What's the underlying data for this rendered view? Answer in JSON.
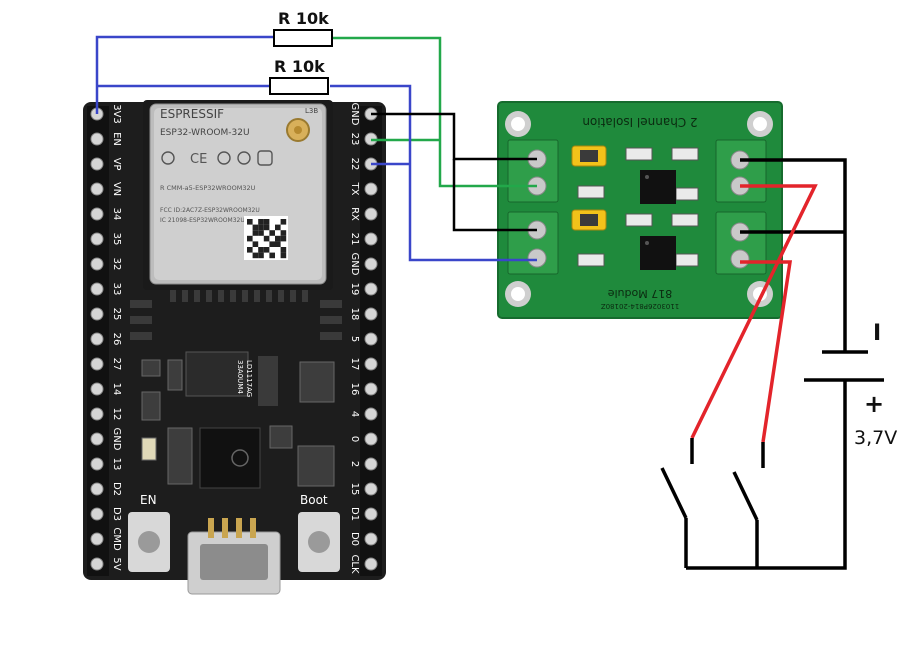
{
  "resistors": [
    {
      "label": "R 10k"
    },
    {
      "label": "R 10k"
    }
  ],
  "battery": {
    "voltage": "3,7V",
    "minus": "I",
    "plus": "+"
  },
  "esp32": {
    "brand": "ESPRESSIF",
    "module": "ESP32-WROOM-32U",
    "antenna_label": "L3B",
    "fcc_text": "R CMM-a5-ESP32WROOM32U",
    "fcc_id": "FCC ID:2AC7Z-ESP32WROOM32U",
    "ic_id": "IC 21098-ESP32WROOM32U",
    "en_label": "EN",
    "boot_label": "Boot",
    "ldo_label": "LD1117AG",
    "ldo_sub": "33A0UM4",
    "left_pins": [
      "3V3",
      "EN",
      "VP",
      "VN",
      "34",
      "35",
      "32",
      "33",
      "25",
      "26",
      "27",
      "14",
      "12",
      "GND",
      "13",
      "D2",
      "D3",
      "CMD",
      "5V"
    ],
    "right_pins": [
      "GND",
      "23",
      "22",
      "TX",
      "RX",
      "21",
      "GND",
      "19",
      "18",
      "5",
      "17",
      "16",
      "4",
      "0",
      "2",
      "15",
      "D1",
      "D0",
      "CLK"
    ]
  },
  "optocoupler": {
    "title": "2 Channel Isolation",
    "module": "817 Module",
    "serial": "1103026P814-20180Z"
  },
  "colors": {
    "wire_blue": "#3a46c9",
    "wire_green": "#22a84a",
    "wire_black": "#000000",
    "wire_red": "#e3242b",
    "pcb_black": "#1d1d1d",
    "pcb_green": "#1f8a3c"
  }
}
